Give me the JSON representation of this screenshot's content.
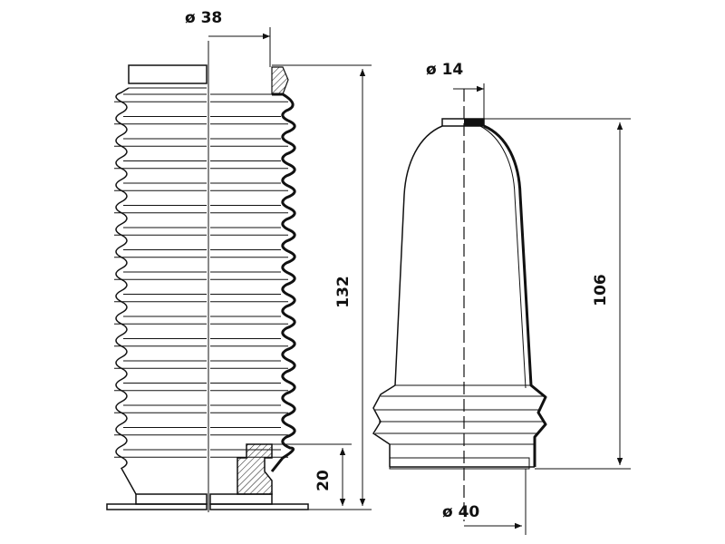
{
  "diagram": {
    "left_part": {
      "top_diameter_label": "ø 38",
      "height_label": "132",
      "base_label": "20"
    },
    "right_part": {
      "top_diameter_label": "ø 14",
      "height_label": "106",
      "bottom_diameter_label": "ø 40"
    }
  }
}
